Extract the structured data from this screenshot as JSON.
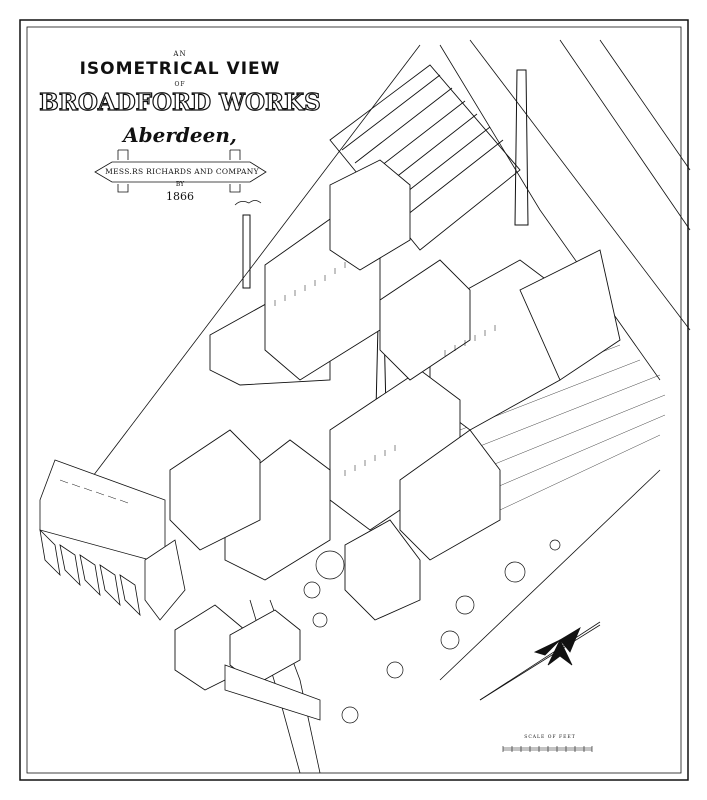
{
  "title": {
    "prefix": "AN",
    "line1": "ISOMETRICAL VIEW",
    "connector": "OF",
    "line2": "BROADFORD WORKS",
    "location": "Aberdeen,",
    "ribbon": "MESS.RS RICHARDS AND COMPANY",
    "by": "BY",
    "year": "1866"
  },
  "scale": {
    "label": "SCALE OF FEET"
  },
  "colors": {
    "ink": "#111111",
    "paper": "#ffffff"
  }
}
